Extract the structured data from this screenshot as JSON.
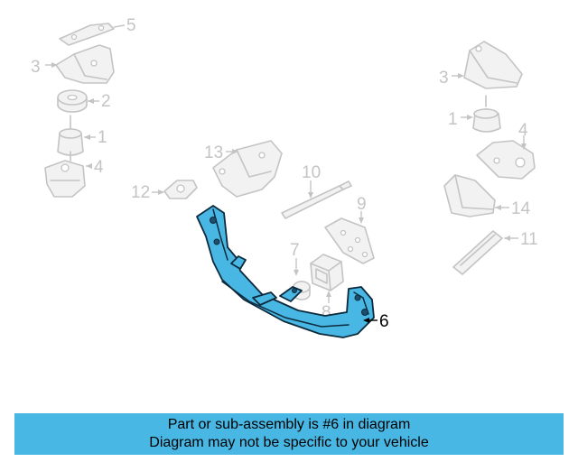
{
  "diagram": {
    "highlighted_part": "6",
    "callouts": [
      {
        "id": "5a",
        "label": "5"
      },
      {
        "id": "3a",
        "label": "3"
      },
      {
        "id": "2a",
        "label": "2"
      },
      {
        "id": "1a",
        "label": "1"
      },
      {
        "id": "4a",
        "label": "4"
      },
      {
        "id": "12",
        "label": "12"
      },
      {
        "id": "13",
        "label": "13"
      },
      {
        "id": "10",
        "label": "10"
      },
      {
        "id": "9",
        "label": "9"
      },
      {
        "id": "7",
        "label": "7"
      },
      {
        "id": "8",
        "label": "8"
      },
      {
        "id": "6",
        "label": "6"
      },
      {
        "id": "3b",
        "label": "3"
      },
      {
        "id": "1b",
        "label": "1"
      },
      {
        "id": "4b",
        "label": "4"
      },
      {
        "id": "14",
        "label": "14"
      },
      {
        "id": "11",
        "label": "11"
      }
    ]
  },
  "banner": {
    "line1": "Part or sub-assembly is #6 in diagram",
    "line2": "Diagram may not be specific to your vehicle",
    "color": "#49b7e3"
  },
  "colors": {
    "highlight": "#49b7e3",
    "ghost_stroke": "#c4c4c4",
    "outline": "#0d2a3d"
  }
}
